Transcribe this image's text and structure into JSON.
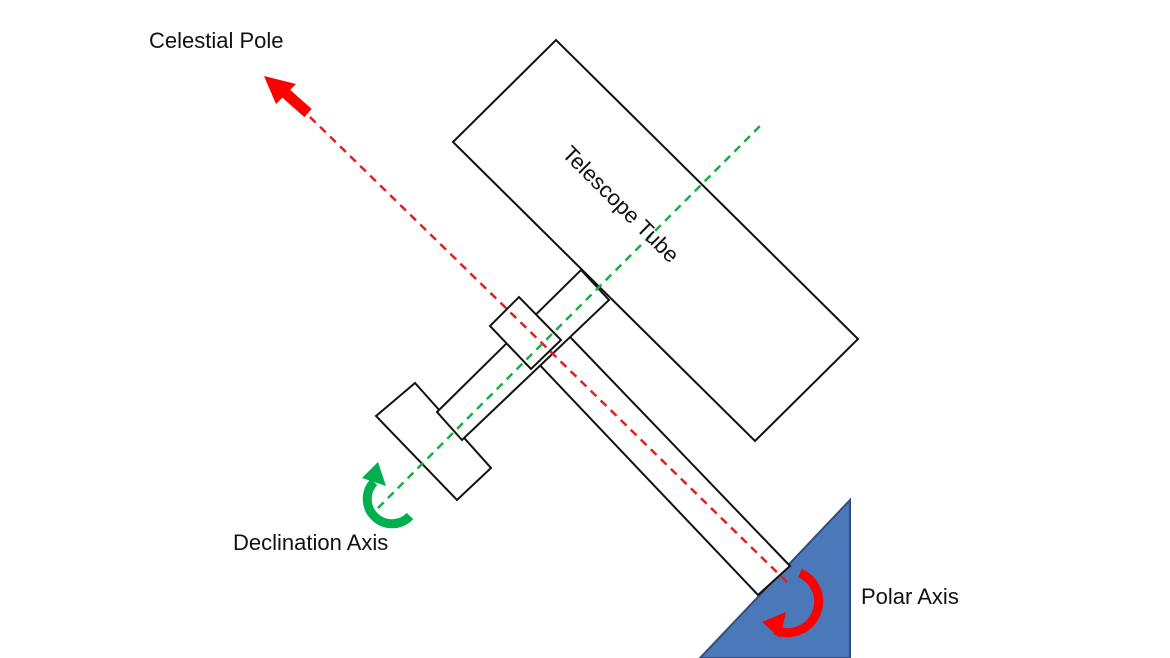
{
  "labels": {
    "celestial_pole": "Celestial Pole",
    "telescope_tube": "Telescope Tube",
    "declination_axis": "Declination Axis",
    "polar_axis": "Polar Axis"
  },
  "colors": {
    "polar_axis_line": "#e02020",
    "declination_axis_line": "#1faa4a",
    "polar_arrow": "#ff0000",
    "declination_arrow": "#00b050",
    "mount_base": "#4a78b8",
    "mount_base_stroke": "#2f4f80",
    "outline": "#111111"
  }
}
